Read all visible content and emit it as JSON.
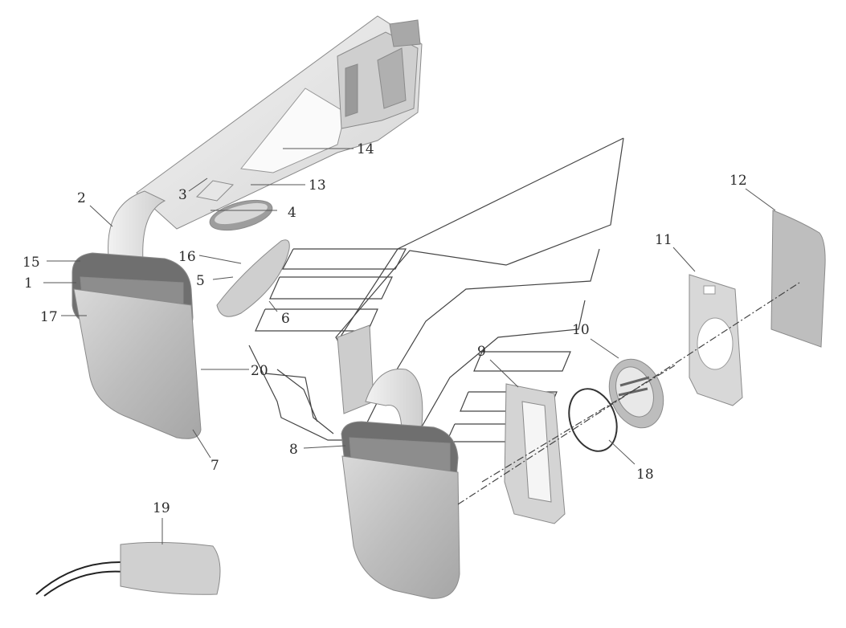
{
  "diagram": {
    "callouts": [
      {
        "id": "1",
        "text": "1"
      },
      {
        "id": "2",
        "text": "2"
      },
      {
        "id": "3",
        "text": "3"
      },
      {
        "id": "4",
        "text": "4"
      },
      {
        "id": "5",
        "text": "5"
      },
      {
        "id": "6",
        "text": "6"
      },
      {
        "id": "7",
        "text": "7"
      },
      {
        "id": "8",
        "text": "8"
      },
      {
        "id": "9",
        "text": "9"
      },
      {
        "id": "10",
        "text": "10"
      },
      {
        "id": "11",
        "text": "11"
      },
      {
        "id": "12",
        "text": "12"
      },
      {
        "id": "13",
        "text": "13"
      },
      {
        "id": "14",
        "text": "14"
      },
      {
        "id": "15",
        "text": "15"
      },
      {
        "id": "16",
        "text": "16"
      },
      {
        "id": "17",
        "text": "17"
      },
      {
        "id": "18",
        "text": "18"
      },
      {
        "id": "19",
        "text": "19"
      },
      {
        "id": "20",
        "text": "20"
      }
    ],
    "colors": {
      "part_light": "#ececec",
      "part_mid": "#cfcfcf",
      "part_dark": "#9a9a9a",
      "line": "#444444"
    }
  }
}
